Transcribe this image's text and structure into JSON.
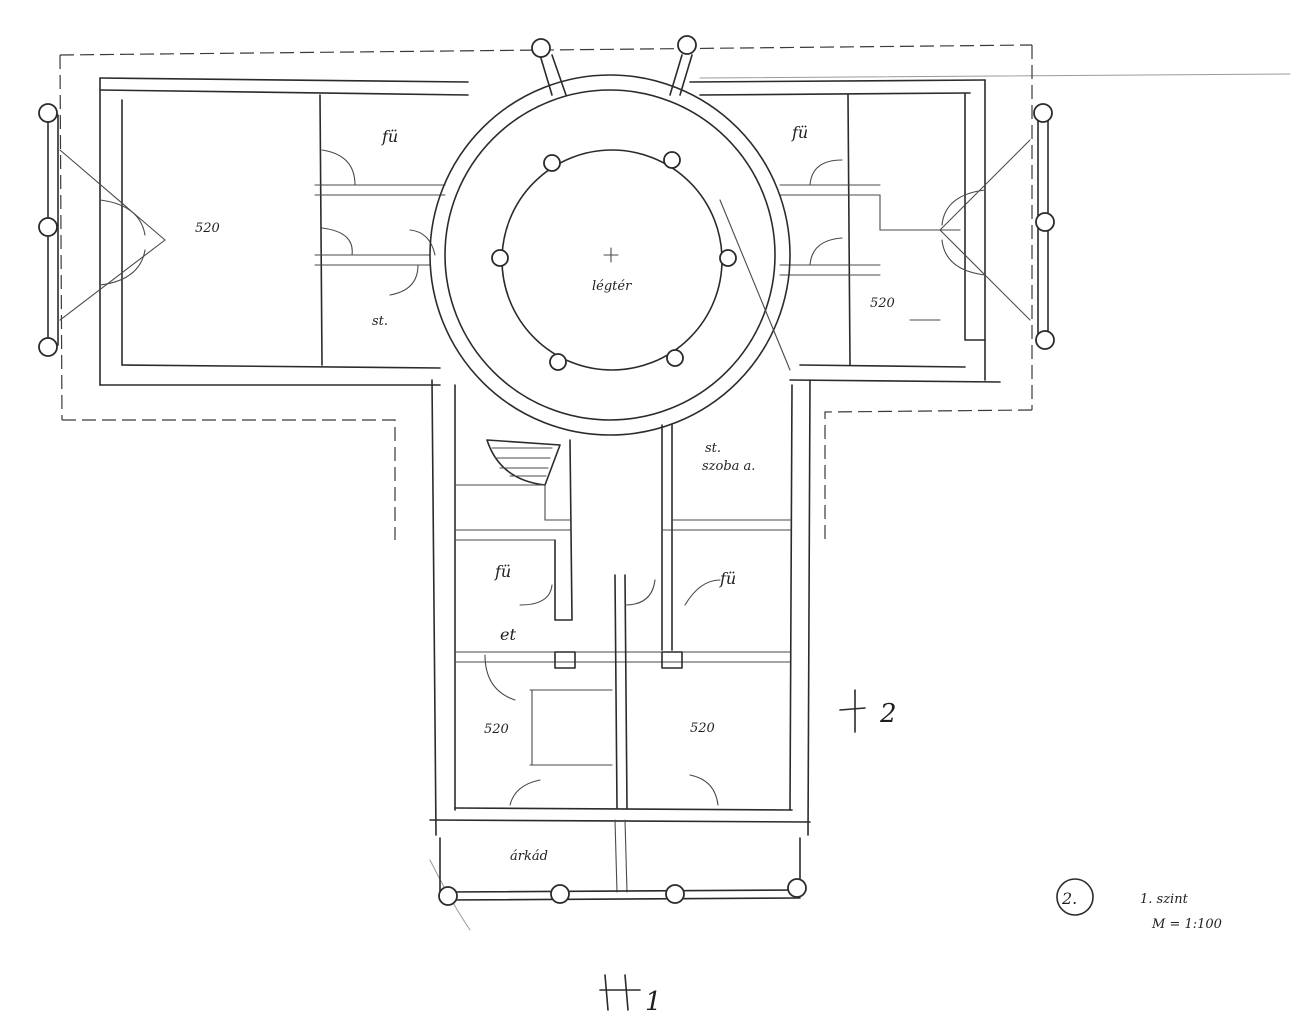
{
  "rooms": {
    "left_wing_1": "520",
    "left_fu": "fü",
    "left_st": "st.",
    "center": "légtér",
    "right_fu": "fü",
    "right_wing_1": "520",
    "stair_st": "st.",
    "stair_sub": "szoba a.",
    "south_fu_left": "fü",
    "south_fu_right": "fü",
    "south_et": "et",
    "south_520_left": "520",
    "south_520_right": "520",
    "south_porch": "árkád"
  },
  "markers": {
    "section_2": "2",
    "section_1": "1"
  },
  "title_block": {
    "sheet_number": "2.",
    "level": "1. szint",
    "scale": "M = 1:100"
  }
}
